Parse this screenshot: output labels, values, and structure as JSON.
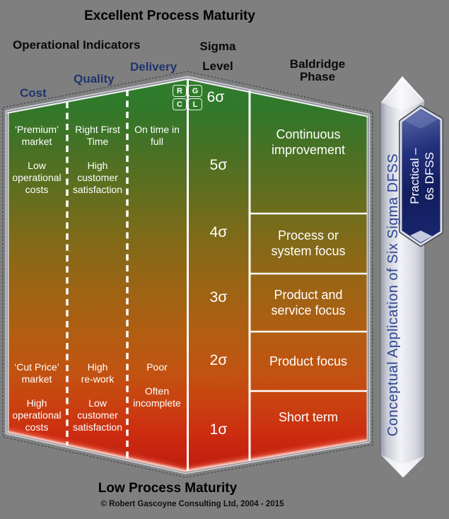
{
  "titles": {
    "top": "Excellent Process Maturity",
    "bottom": "Low Process Maturity",
    "copyright": "© Robert Gascoyne Consulting Ltd, 2004 - 2015"
  },
  "headers": {
    "operational_indicators": "Operational Indicators",
    "sigma_level": "Sigma\nLevel",
    "baldridge_phase": "Baldridge\nPhase",
    "cost": "Cost",
    "quality": "Quality",
    "delivery": "Delivery"
  },
  "logo": {
    "letters": [
      "R",
      "G",
      "C",
      "L"
    ]
  },
  "matrix": {
    "top": {
      "cost": "‘Premium’\nmarket\n\nLow\noperational\ncosts",
      "quality": "Right First\nTime\n\nHigh\ncustomer\nsatisfaction",
      "delivery": "On time in\nfull"
    },
    "bottom": {
      "cost": "‘Cut Price’\nmarket\n\nHigh\noperational\ncosts",
      "quality": "High\nre-work\n\nLow\ncustomer\nsatisfaction",
      "delivery": "Poor\n\nOften\nincomplete"
    }
  },
  "sigma_levels": [
    "6σ",
    "5σ",
    "4σ",
    "3σ",
    "2σ",
    "1σ"
  ],
  "baldridge_phases": [
    "Continuous\nimprovement",
    "Process or\nsystem focus",
    "Product and\nservice focus",
    "Product focus",
    "Short term"
  ],
  "arrows": {
    "conceptual": "Conceptual Application of Six Sigma DFSS",
    "practical": "Practical –\n6s DFSS"
  },
  "colors": {
    "background_grey": "#7F7F7F",
    "gradient_green_top": "#2F7E2D",
    "gradient_red_bottom": "#BE1B0E",
    "header_navy": "#20356E",
    "conceptual_text_blue": "#2E4494",
    "practical_arrow_navy": "#16225F",
    "silver_arrow": "#E8EAF0",
    "divider_white": "#FFFFFF"
  }
}
